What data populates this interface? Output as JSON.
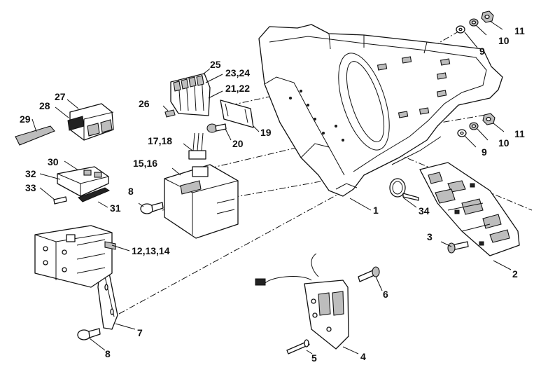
{
  "parts": [
    {
      "id": "p1",
      "label": "1"
    },
    {
      "id": "p2",
      "label": "2"
    },
    {
      "id": "p3",
      "label": "3"
    },
    {
      "id": "p4",
      "label": "4"
    },
    {
      "id": "p5",
      "label": "5"
    },
    {
      "id": "p6",
      "label": "6"
    },
    {
      "id": "p7",
      "label": "7"
    },
    {
      "id": "p8a",
      "label": "8"
    },
    {
      "id": "p8b",
      "label": "8"
    },
    {
      "id": "p9a",
      "label": "9"
    },
    {
      "id": "p9b",
      "label": "9"
    },
    {
      "id": "p10a",
      "label": "10"
    },
    {
      "id": "p10b",
      "label": "10"
    },
    {
      "id": "p11a",
      "label": "11"
    },
    {
      "id": "p11b",
      "label": "11"
    },
    {
      "id": "p12",
      "label": "12,13,14"
    },
    {
      "id": "p15",
      "label": "15,16"
    },
    {
      "id": "p17",
      "label": "17,18"
    },
    {
      "id": "p19",
      "label": "19"
    },
    {
      "id": "p20",
      "label": "20"
    },
    {
      "id": "p21",
      "label": "21,22"
    },
    {
      "id": "p23",
      "label": "23,24"
    },
    {
      "id": "p25",
      "label": "25"
    },
    {
      "id": "p26",
      "label": "26"
    },
    {
      "id": "p27",
      "label": "27"
    },
    {
      "id": "p28",
      "label": "28"
    },
    {
      "id": "p29",
      "label": "29"
    },
    {
      "id": "p30",
      "label": "30"
    },
    {
      "id": "p31",
      "label": "31"
    },
    {
      "id": "p32",
      "label": "32"
    },
    {
      "id": "p33",
      "label": "33"
    },
    {
      "id": "p34",
      "label": "34"
    }
  ]
}
